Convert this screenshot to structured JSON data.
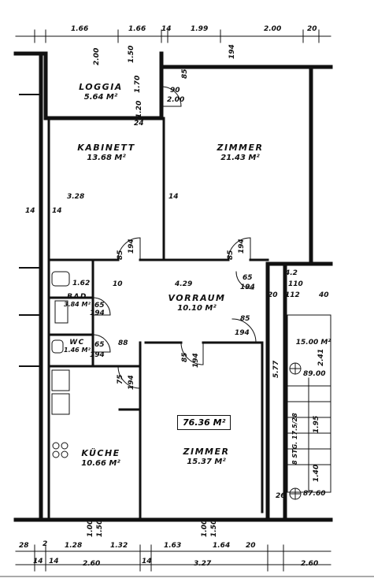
{
  "total_area": "76.36 M²",
  "rooms": [
    {
      "id": "loggia",
      "name": "LOGGIA",
      "area": "5.64 M²"
    },
    {
      "id": "kabinett",
      "name": "KABINETT",
      "area": "13.68 M²"
    },
    {
      "id": "zimmer1",
      "name": "ZIMMER",
      "area": "21.43 M²"
    },
    {
      "id": "vorraum",
      "name": "VORRAUM",
      "area": "10.10 M²"
    },
    {
      "id": "bad",
      "name": "BAD",
      "area": "3.84 M²"
    },
    {
      "id": "wc",
      "name": "WC",
      "area": "1.46 M²"
    },
    {
      "id": "kueche",
      "name": "KÜCHE",
      "area": "10.66 M²"
    },
    {
      "id": "zimmer2",
      "name": "ZIMMER",
      "area": "15.37 M²"
    },
    {
      "id": "neighbor",
      "name": "",
      "area": "15.00 M²"
    }
  ],
  "dims": {
    "top": [
      "1.66",
      "1.66",
      "14",
      "1.99",
      "2.00",
      "20"
    ],
    "bottom_row1": [
      "28",
      "2",
      "1.28",
      "1.32",
      "1.63",
      "1.64",
      "20"
    ],
    "bottom_row2": [
      "14",
      "14",
      "2.60",
      "14",
      "3.27",
      "2.60"
    ],
    "misc": [
      "3.28",
      "14",
      "14",
      "14",
      "24",
      "1.62",
      "10",
      "4.29",
      "88",
      "1.70",
      "1.50",
      "1.20",
      "2.00",
      "90",
      "2.00",
      "4.2",
      "110",
      "20",
      "112",
      "40",
      "89.00",
      "87.60",
      "5.77",
      "26",
      "1.00",
      "1.50",
      "1.00",
      "1.50",
      "2.41",
      "1.95",
      "1.40",
      "8 STG. 17.5/28"
    ],
    "doors": [
      "85",
      "194",
      "85",
      "194",
      "65",
      "194",
      "85",
      "194",
      "65",
      "194",
      "65",
      "194",
      "75",
      "194",
      "85",
      "194",
      "85",
      "194"
    ]
  }
}
